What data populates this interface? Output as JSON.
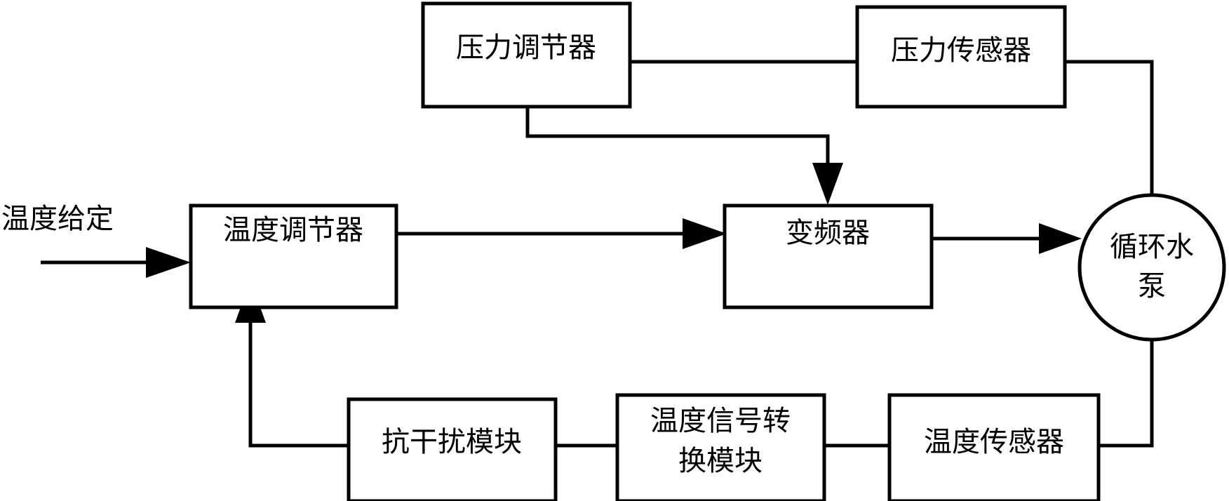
{
  "diagram": {
    "type": "block-diagram",
    "title": "温度与压力闭环控制系统框图",
    "language": "zh-CN",
    "colors": {
      "background": "#ffffff",
      "stroke": "#000000",
      "text": "#000000",
      "fill": "#ffffff"
    },
    "free_labels": [
      {
        "id": "input-setpoint",
        "text": "温度给定"
      }
    ],
    "nodes": [
      {
        "id": "pressure-regulator",
        "shape": "rect",
        "label": "压力调节器"
      },
      {
        "id": "pressure-sensor",
        "shape": "rect",
        "label": "压力传感器"
      },
      {
        "id": "temperature-regulator",
        "shape": "rect",
        "label": "温度调节器"
      },
      {
        "id": "frequency-converter",
        "shape": "rect",
        "label": "变频器"
      },
      {
        "id": "circulating-water-pump",
        "shape": "circle",
        "label_line1": "循环水",
        "label_line2": "泵",
        "label": "循环水泵"
      },
      {
        "id": "anti-interference-module",
        "shape": "rect",
        "label": "抗干扰模块"
      },
      {
        "id": "temperature-signal-conversion-module",
        "shape": "rect",
        "label_line1": "温度信号转",
        "label_line2": "换模块",
        "label": "温度信号转换模块"
      },
      {
        "id": "temperature-sensor",
        "shape": "rect",
        "label": "温度传感器"
      }
    ],
    "edges": [
      {
        "id": "edge-setpoint-to-temp-regulator",
        "from": "温度给定",
        "to": "温度调节器",
        "arrow": true
      },
      {
        "id": "edge-temp-regulator-to-converter",
        "from": "温度调节器",
        "to": "变频器",
        "arrow": true
      },
      {
        "id": "edge-converter-to-pump",
        "from": "变频器",
        "to": "循环水泵",
        "arrow": true
      },
      {
        "id": "edge-pressure-regulator-to-converter",
        "from": "压力调节器",
        "to": "变频器",
        "arrow": true
      },
      {
        "id": "edge-pressure-sensor-to-pressure-regulator",
        "from": "压力传感器",
        "to": "压力调节器",
        "arrow": false
      },
      {
        "id": "edge-pump-to-pressure-sensor",
        "from": "循环水泵",
        "to": "压力传感器",
        "arrow": false
      },
      {
        "id": "edge-pump-to-temp-sensor",
        "from": "循环水泵",
        "to": "温度传感器",
        "arrow": false
      },
      {
        "id": "edge-temp-sensor-to-conversion",
        "from": "温度传感器",
        "to": "温度信号转换模块",
        "arrow": false
      },
      {
        "id": "edge-conversion-to-anti-interference",
        "from": "温度信号转换模块",
        "to": "抗干扰模块",
        "arrow": false
      },
      {
        "id": "edge-anti-interference-to-temp-regulator",
        "from": "抗干扰模块",
        "to": "温度调节器",
        "arrow": true
      }
    ]
  }
}
